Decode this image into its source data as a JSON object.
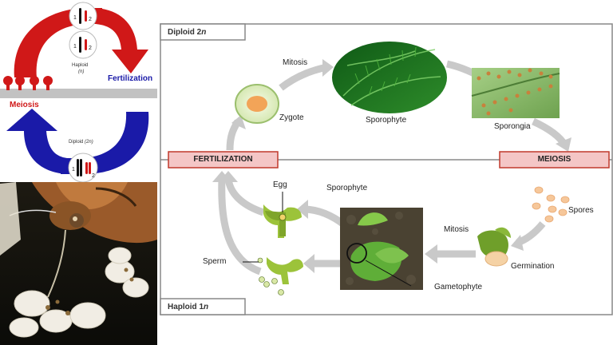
{
  "left_panel": {
    "haploid_label": "Haploid",
    "haploid_n": "(n)",
    "fertilization_label": "Fertilization",
    "meiosis_label": "Meiosis",
    "diploid_label": "Diploid",
    "diploid_2n": "(2n)",
    "chrom_1": "1",
    "chrom_2": "2"
  },
  "cycle": {
    "diploid_box": "Diploid 2",
    "diploid_box_n": "n",
    "haploid_box": "Haploid 1",
    "haploid_box_n": "n",
    "fertilization": "FERTILIZATION",
    "meiosis": "MEIOSIS",
    "mitosis_top": "Mitosis",
    "zygote": "Zygote",
    "sporophyte_top": "Sporophyte",
    "sporongia": "Sporongia",
    "spores": "Spores",
    "mitosis_bottom": "Mitosis",
    "germination": "Germination",
    "gametophyte": "Gametophyte",
    "sporophyte_bottom": "Sporophyte",
    "egg": "Egg",
    "sperm": "Sperm"
  },
  "colors": {
    "red_arrow": "#d01818",
    "blue_arrow": "#1a1aa8",
    "fertilization_text": "#1a1aa8",
    "meiosis_text": "#d01818",
    "banner_fill": "#f4c6c6",
    "banner_border": "#c0392b",
    "cycle_arrow": "#c9c9c9",
    "frame": "#888888"
  }
}
